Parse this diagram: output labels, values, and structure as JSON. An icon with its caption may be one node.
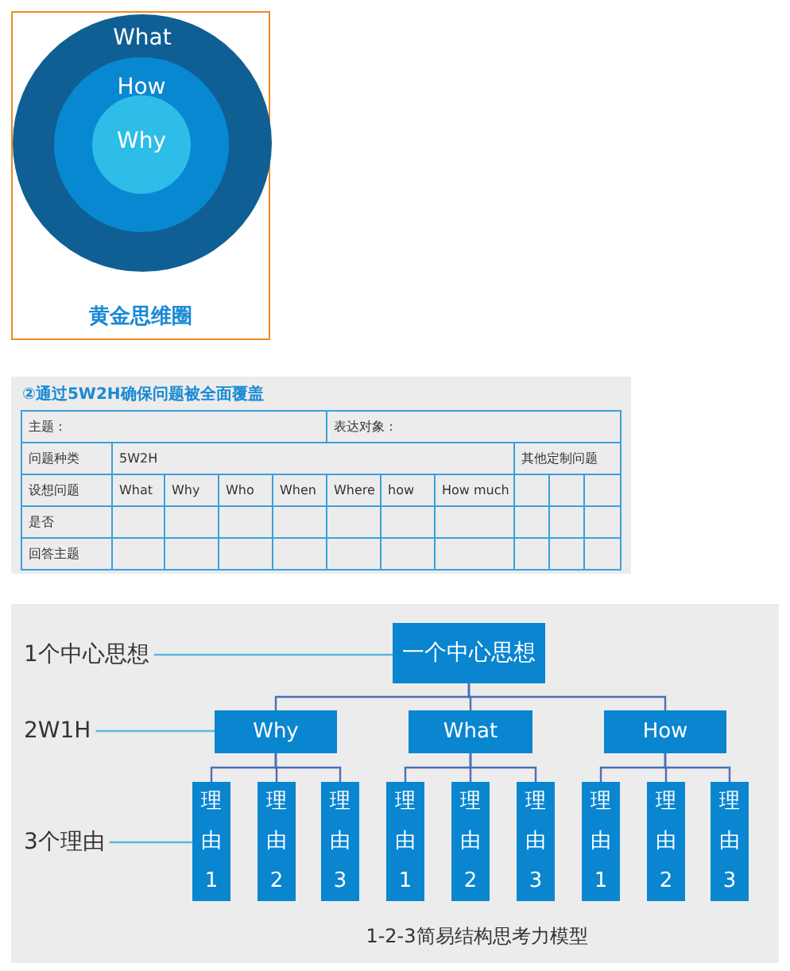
{
  "diagram": {
    "nodes": [
      {
        "text": [
          "黄金思维圈"
        ]
      },
      {
        "text": [
          "What"
        ],
        "in": 0
      },
      {
        "text": [
          "How"
        ],
        "in": 1
      },
      {
        "text": [
          "Why"
        ],
        "in": 2
      },
      {
        "text": [
          "一个中心思想"
        ]
      },
      {
        "text": [
          "Why"
        ]
      },
      {
        "text": [
          "What"
        ]
      },
      {
        "text": [
          "How"
        ]
      },
      {
        "text": [
          "理由1"
        ]
      },
      {
        "text": [
          "理由2"
        ]
      },
      {
        "text": [
          "理由3"
        ]
      },
      {
        "text": [
          "理由1"
        ]
      },
      {
        "text": [
          "理由2"
        ]
      },
      {
        "text": [
          "理由3"
        ]
      },
      {
        "text": [
          "理由1"
        ]
      },
      {
        "text": [
          "理由2"
        ]
      },
      {
        "text": [
          "理由3"
        ]
      },
      {
        "text": [
          "1个中心思想"
        ]
      },
      {
        "text": [
          "2W1H"
        ]
      },
      {
        "text": [
          "3个理由"
        ]
      }
    ],
    "edges": [
      {
        "from": 4,
        "to": 5,
        "arrow": "none"
      },
      {
        "from": 4,
        "to": 6,
        "arrow": "none"
      },
      {
        "from": 4,
        "to": 7,
        "arrow": "none"
      },
      {
        "from": 5,
        "to": 8,
        "arrow": "none"
      },
      {
        "from": 5,
        "to": 9,
        "arrow": "none"
      },
      {
        "from": 5,
        "to": 10,
        "arrow": "none"
      },
      {
        "from": 6,
        "to": 11,
        "arrow": "none"
      },
      {
        "from": 6,
        "to": 12,
        "arrow": "none"
      },
      {
        "from": 6,
        "to": 13,
        "arrow": "none"
      },
      {
        "from": 7,
        "to": 14,
        "arrow": "none"
      },
      {
        "from": 7,
        "to": 15,
        "arrow": "none"
      },
      {
        "from": 7,
        "to": 16,
        "arrow": "none"
      },
      {
        "from": 17,
        "to": 4,
        "arrow": "none",
        "color": "#5bb8e0"
      },
      {
        "from": 18,
        "to": 5,
        "arrow": "none",
        "color": "#5bb8e0"
      },
      {
        "from": 19,
        "to": 8,
        "arrow": "none",
        "color": "#5bb8e0"
      }
    ],
    "labels": [
      "②通过5W2H确保问题被全面覆盖",
      "主题：",
      "表达对象：",
      "问题种类",
      "5W2H",
      "其他定制问题",
      "设想问题",
      "What",
      "Why",
      "Who",
      "When",
      "Where",
      "how",
      "How much",
      "是否",
      "回答主题",
      "1-2-3简易结构思考力模型"
    ]
  }
}
